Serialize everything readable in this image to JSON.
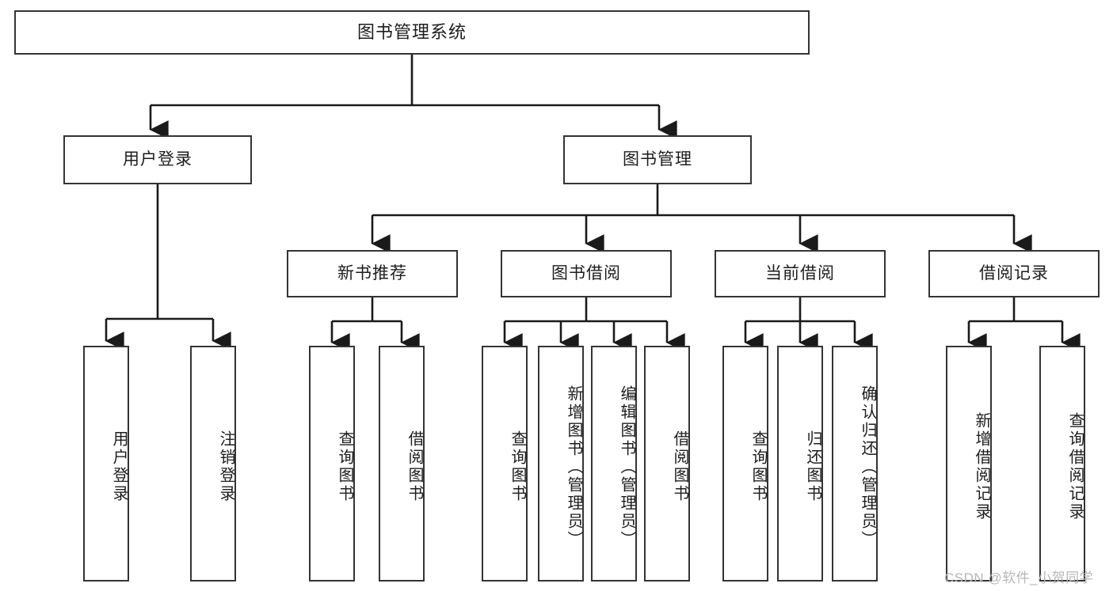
{
  "diagram": {
    "title": "图书管理系统",
    "type": "tree",
    "orientation": "top-down",
    "colors": {
      "box_border": "#343434",
      "box_fill": "#ffffff",
      "edge": "#1a1a1a",
      "text": "#1d1d1d",
      "watermark": "#b6b6b6"
    },
    "root": {
      "label": "图书管理系统"
    },
    "level2": [
      {
        "label": "用户登录"
      },
      {
        "label": "图书管理"
      }
    ],
    "level3": [
      {
        "label": "新书推荐"
      },
      {
        "label": "图书借阅"
      },
      {
        "label": "当前借阅"
      },
      {
        "label": "借阅记录"
      }
    ],
    "leaves": {
      "user_login": [
        {
          "label": "用户登录"
        },
        {
          "label": "注销登录"
        }
      ],
      "new_book_recommend": [
        {
          "label": "查询图书"
        },
        {
          "label": "借阅图书"
        }
      ],
      "book_borrow": [
        {
          "label": "查询图书"
        },
        {
          "label": "新增图书（管理员）"
        },
        {
          "label": "编辑图书（管理员）"
        },
        {
          "label": "借阅图书"
        }
      ],
      "current_borrow": [
        {
          "label": "查询图书"
        },
        {
          "label": "归还图书"
        },
        {
          "label": "确认归还（管理员）"
        }
      ],
      "borrow_record": [
        {
          "label": "新增借阅记录"
        },
        {
          "label": "查询借阅记录"
        }
      ]
    },
    "watermark": "CSDN @软件_小贺同学"
  }
}
